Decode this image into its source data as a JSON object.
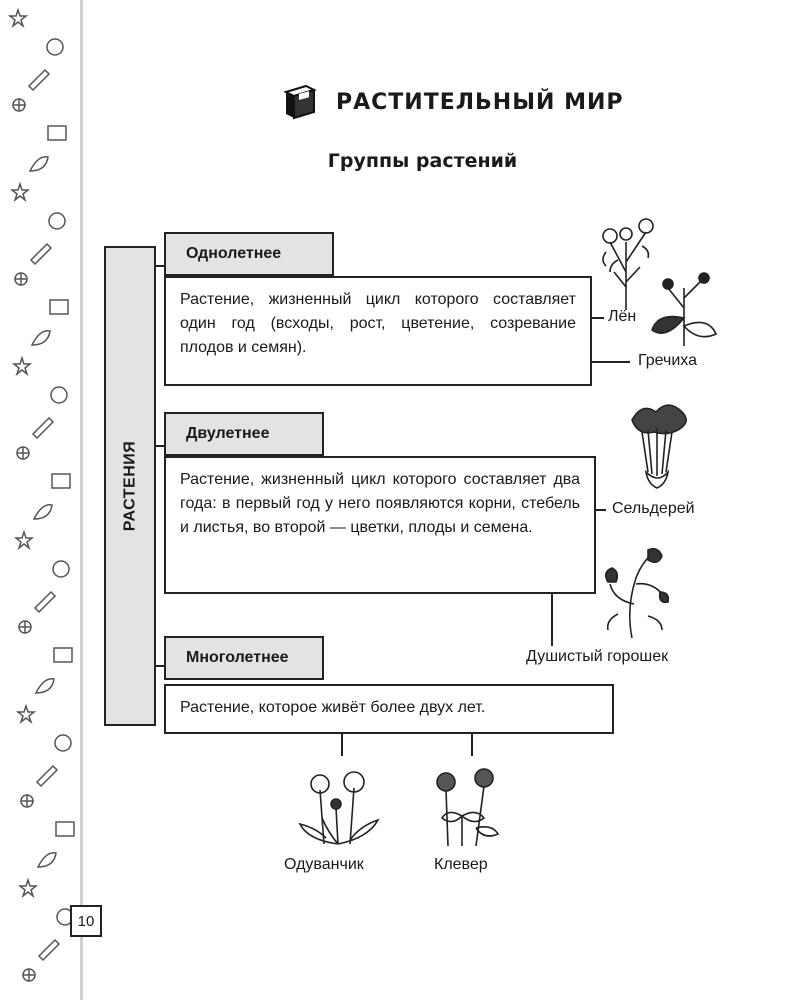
{
  "header": {
    "title": "РАСТИТЕЛЬНЫЙ МИР",
    "subtitle": "Группы растений"
  },
  "page_number": "10",
  "diagram": {
    "root": "РАСТЕНИЯ",
    "groups": [
      {
        "name": "Однолетнее",
        "description": "Растение, жизненный цикл которого составляет один год (всходы, рост, цветение, созревание плодов и семян).",
        "examples": [
          "Лён",
          "Гречиха"
        ]
      },
      {
        "name": "Двулетнее",
        "description": "Растение, жизненный цикл которого составляет два года: в первый год у него появляются корни, стебель и листья, во второй — цветки, плоды и семена.",
        "examples": [
          "Сельдерей",
          "Душистый горошек"
        ]
      },
      {
        "name": "Многолетнее",
        "description": "Растение, которое живёт более двух лет.",
        "examples": [
          "Одуванчик",
          "Клевер"
        ]
      }
    ]
  },
  "icons": {
    "header": "book-icon",
    "sidebar": "school-doodles-pattern"
  },
  "colors": {
    "box_fill": "#e3e3e3",
    "line": "#222222"
  }
}
